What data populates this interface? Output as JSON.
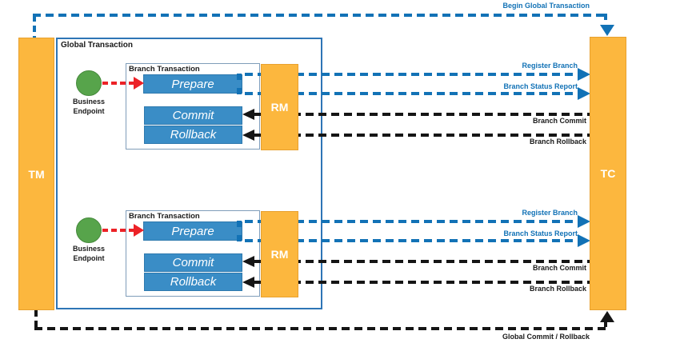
{
  "top_flow": {
    "label": "Begin Global Transaction"
  },
  "bottom_flow": {
    "label": "Global Commit / Rollback"
  },
  "tm": {
    "label": "TM"
  },
  "tc": {
    "label": "TC"
  },
  "global_box": {
    "label": "Global Transaction"
  },
  "branches": [
    {
      "box_label": "Branch Transaction",
      "endpoint_line1": "Business",
      "endpoint_line2": "Endpoint",
      "prepare": "Prepare",
      "commit": "Commit",
      "rollback": "Rollback",
      "rm": "RM",
      "msg_register": "Register Branch",
      "msg_status": "Branch Status Report",
      "msg_commit": "Branch Commit",
      "msg_rollback": "Branch Rollback"
    },
    {
      "box_label": "Branch Transaction",
      "endpoint_line1": "Business",
      "endpoint_line2": "Endpoint",
      "prepare": "Prepare",
      "commit": "Commit",
      "rollback": "Rollback",
      "rm": "RM",
      "msg_register": "Register Branch",
      "msg_status": "Branch Status Report",
      "msg_commit": "Branch Commit",
      "msg_rollback": "Branch Rollback"
    }
  ],
  "colors": {
    "orange": "#FCB73E",
    "blue_box": "#3A8DC6",
    "blue_line": "#1272B6",
    "black_line": "#151515",
    "red_arrow": "#EC2227",
    "green_endpoint": "#57A44B",
    "global_border": "#2E75B6",
    "branch_border": "#7F9DB9"
  }
}
